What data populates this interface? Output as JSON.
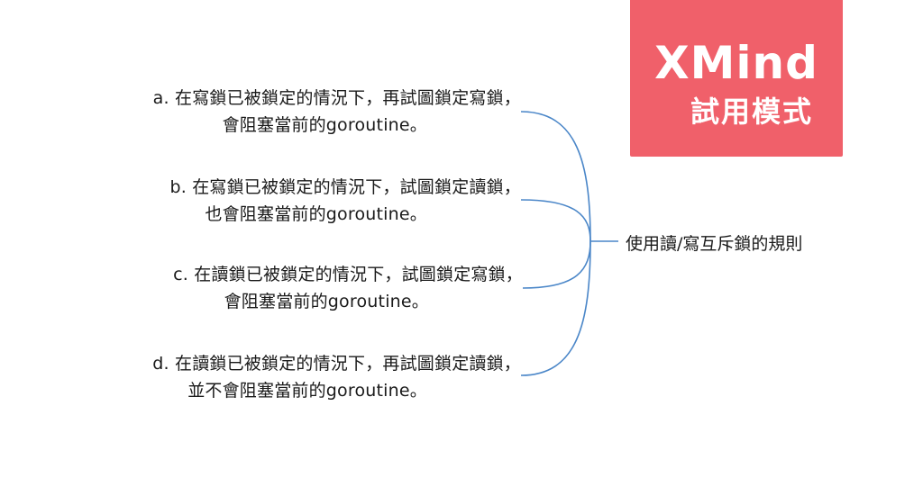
{
  "watermark": {
    "title": "XMind",
    "subtitle": "試用模式",
    "background_color": "#f0606a",
    "text_color": "#ffffff"
  },
  "diagram": {
    "type": "mind-map",
    "connector_color": "#4a86c8",
    "root": {
      "label": "使用讀/寫互斥鎖的規則"
    },
    "branches": [
      {
        "id": "a",
        "line1": "a. 在寫鎖已被鎖定的情況下，再試圖鎖定寫鎖，",
        "line2": "會阻塞當前的goroutine。"
      },
      {
        "id": "b",
        "line1": "b. 在寫鎖已被鎖定的情況下，試圖鎖定讀鎖，",
        "line2": "也會阻塞當前的goroutine。"
      },
      {
        "id": "c",
        "line1": "c. 在讀鎖已被鎖定的情況下，試圖鎖定寫鎖，",
        "line2": "會阻塞當前的goroutine。"
      },
      {
        "id": "d",
        "line1": "d. 在讀鎖已被鎖定的情況下，再試圖鎖定讀鎖，",
        "line2": "並不會阻塞當前的goroutine。"
      }
    ]
  }
}
